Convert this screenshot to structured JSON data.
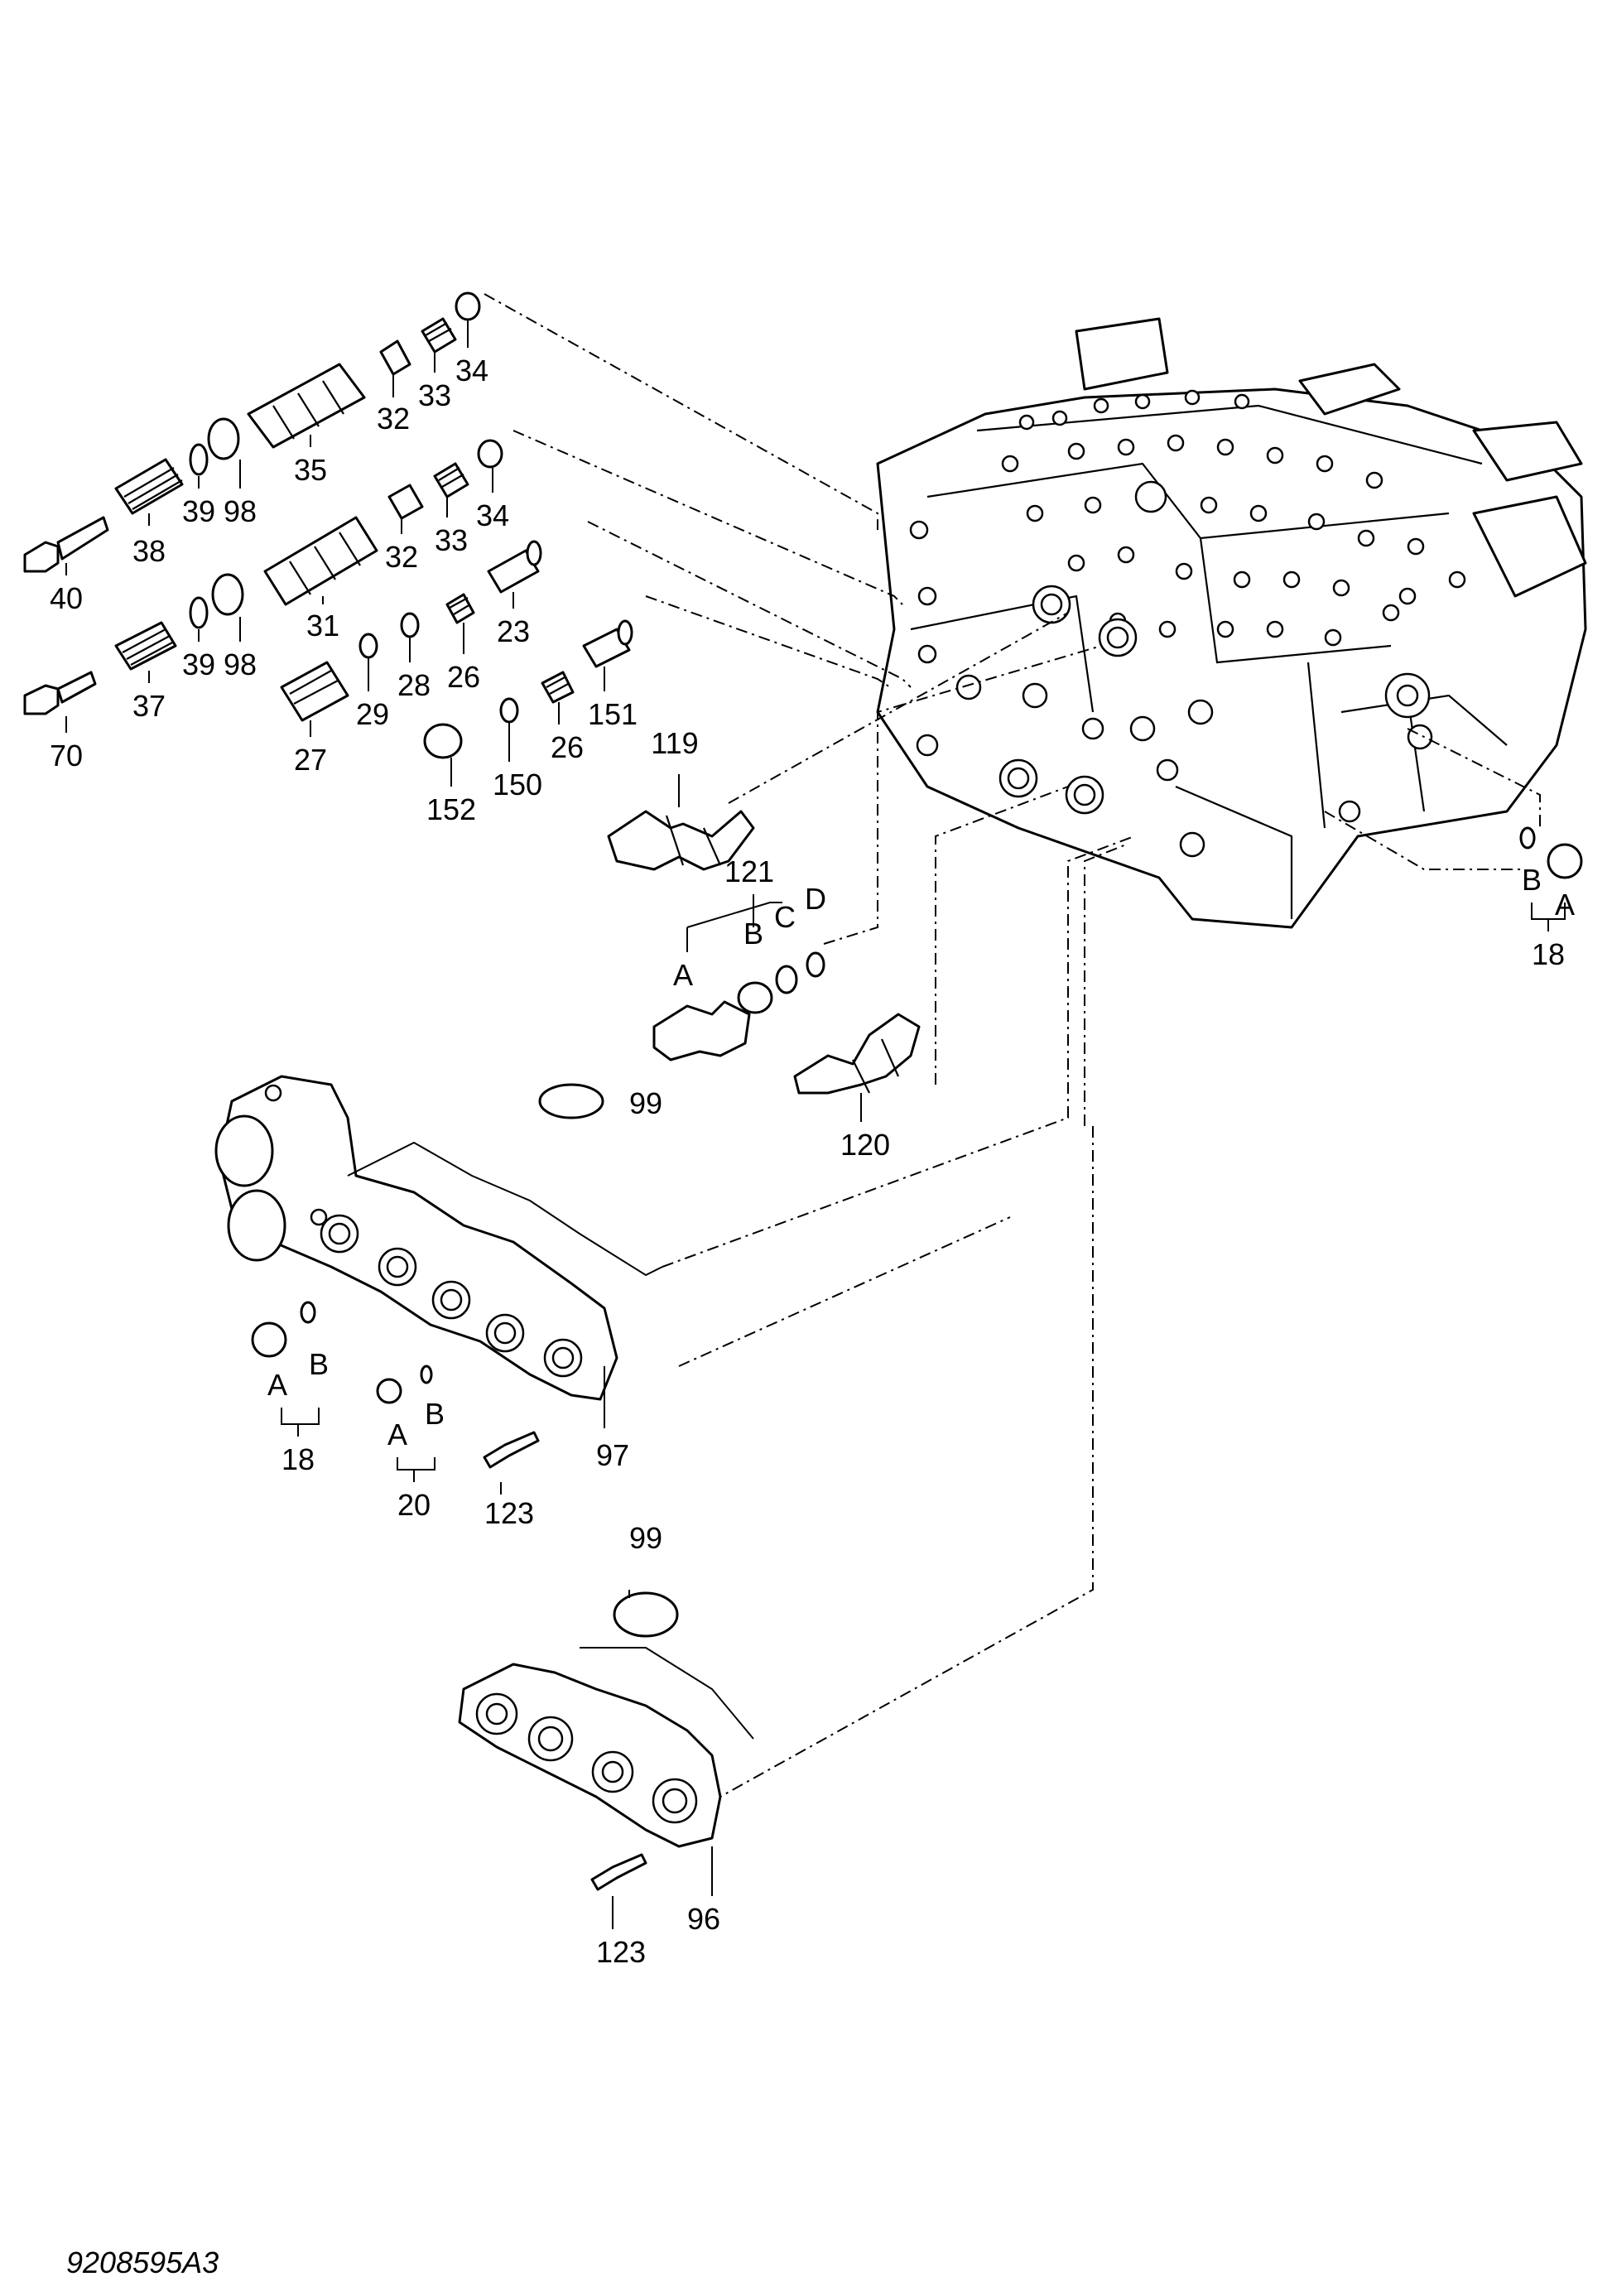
{
  "drawing": {
    "code": "9208595A3"
  },
  "labels": {
    "p40": "40",
    "p38": "38",
    "p39a": "39",
    "p98a": "98",
    "p35": "35",
    "p32a": "32",
    "p33a": "33",
    "p34a": "34",
    "p70": "70",
    "p37": "37",
    "p39b": "39",
    "p98b": "98",
    "p31": "31",
    "p32b": "32",
    "p33b": "33",
    "p34b": "34",
    "p27": "27",
    "p29": "29",
    "p28": "28",
    "p26a": "26",
    "p23": "23",
    "p152": "152",
    "p150": "150",
    "p26b": "26",
    "p151": "151",
    "p119": "119",
    "p121": "121",
    "p121a": "A",
    "p121b": "B",
    "p121c": "C",
    "p121d": "D",
    "p120": "120",
    "p99a": "99",
    "p99b": "99",
    "p97": "97",
    "p96": "96",
    "p123a": "123",
    "p123b": "123",
    "p18l": "18",
    "p18la": "A",
    "p18lb": "B",
    "p20": "20",
    "p20a": "A",
    "p20b": "B",
    "p18r": "18",
    "p18ra": "A",
    "p18rb": "B"
  }
}
